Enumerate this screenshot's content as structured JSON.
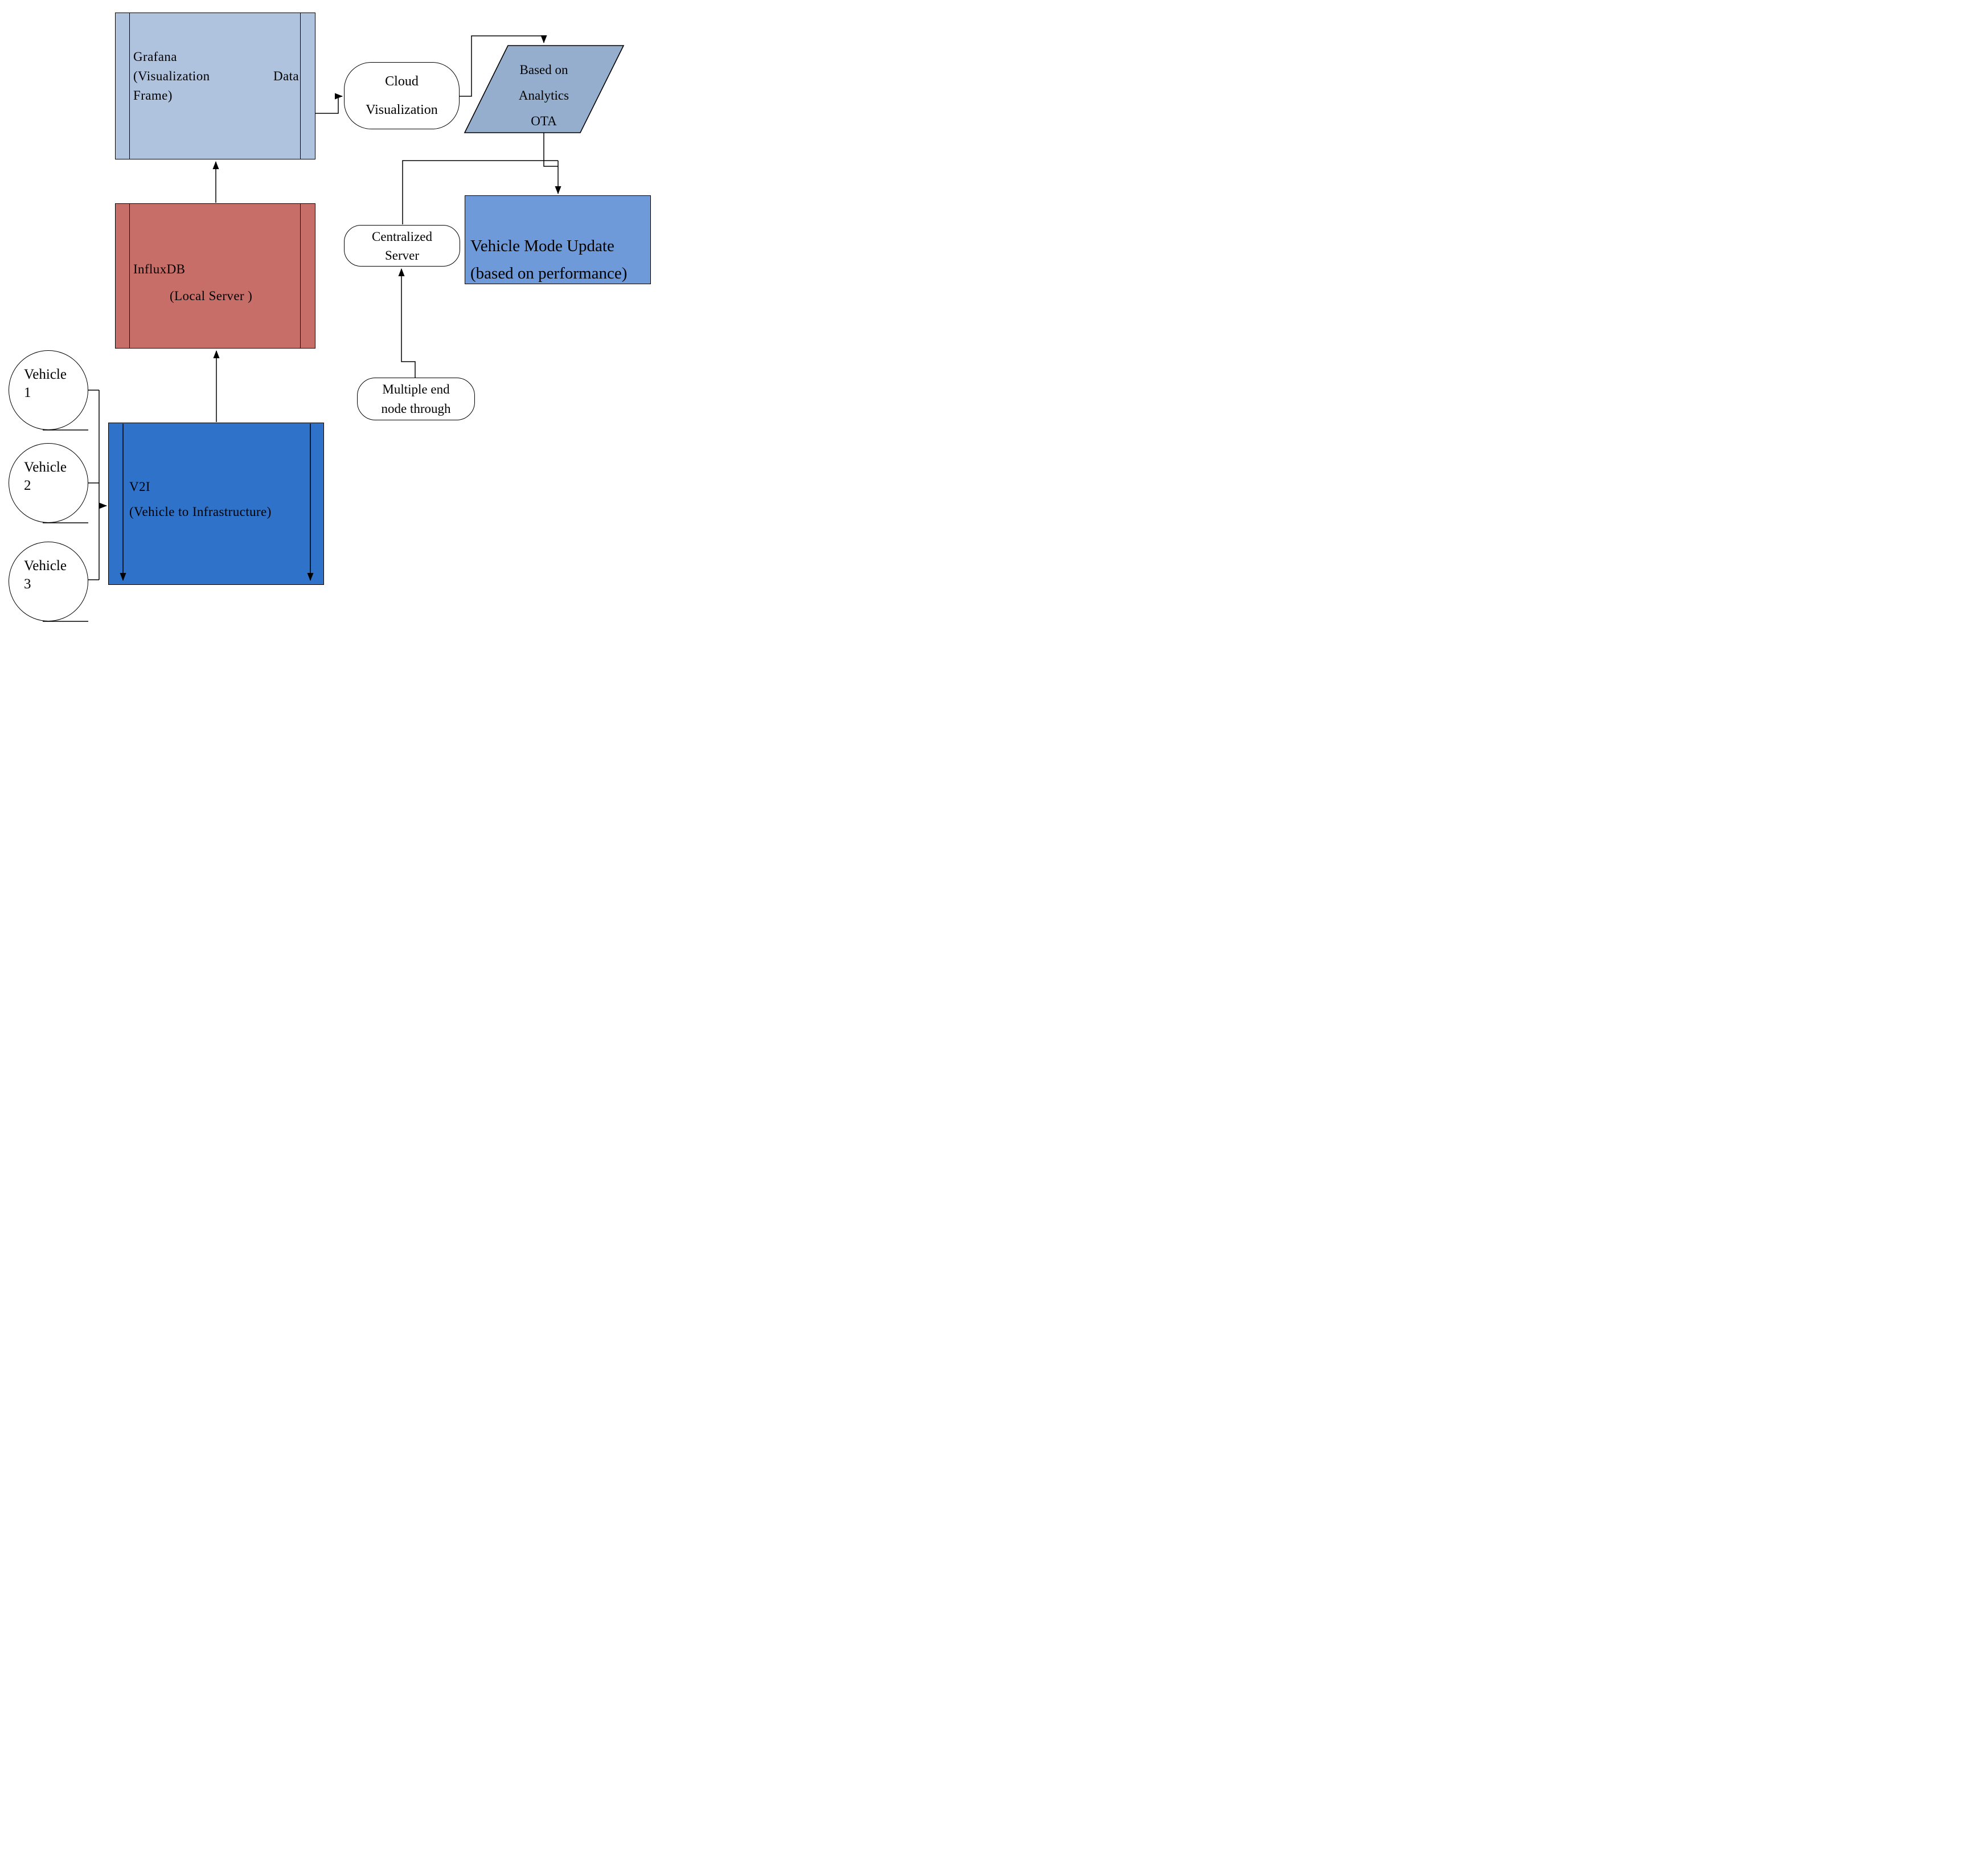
{
  "nodes": {
    "grafana": {
      "line1": "Grafana",
      "line2_left": "(Visualization",
      "line2_right": "Data",
      "line3": "Frame)"
    },
    "cloud_visualization": {
      "line1": "Cloud",
      "line2": "Visualization"
    },
    "based_on_analytics": {
      "line1": "Based on",
      "line2": "Analytics",
      "line3": "OTA"
    },
    "vehicle_mode_update": {
      "line1": "Vehicle Mode Update",
      "line2": "(based on performance)"
    },
    "centralized_server": {
      "line1": "Centralized",
      "line2": "Server"
    },
    "multiple_end_node": {
      "line1": "Multiple end",
      "line2": "node through"
    },
    "influxdb": {
      "line1": "InfluxDB",
      "line2": "(Local Server )"
    },
    "v2i": {
      "line1": "V2I",
      "line2": "(Vehicle to Infrastructure)"
    },
    "vehicles": [
      {
        "line1": "Vehicle",
        "line2": "1"
      },
      {
        "line1": "Vehicle",
        "line2": "2"
      },
      {
        "line1": "Vehicle",
        "line2": "3"
      }
    ]
  },
  "colors": {
    "grafana_fill": "#AFC2DE",
    "analytics_fill": "#95AECD",
    "vmu_fill": "#6E9AD9",
    "v2i_fill": "#2F72C9",
    "influx_fill": "#C86E69",
    "node_bg": "#FFFFFF",
    "stroke": "#000000"
  }
}
